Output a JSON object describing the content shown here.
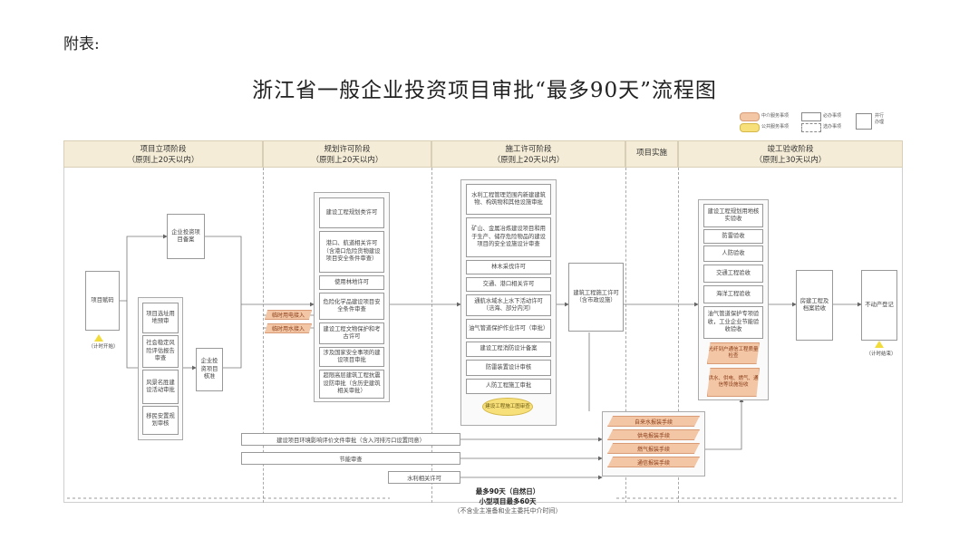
{
  "annex_label": "附表:",
  "title": "浙江省一般企业投资项目审批“最多90天”流程图",
  "legend": {
    "intermediary": "中介服务事项",
    "public": "公共服务事项",
    "required": "必办事项",
    "optional": "选办事项",
    "parallel": "并行办理"
  },
  "stages": [
    {
      "name": "项目立项阶段",
      "limit": "（原则上20天以内）"
    },
    {
      "name": "规划许可阶段",
      "limit": "（原则上20天以内）"
    },
    {
      "name": "施工许可阶段",
      "limit": "（原则上20天以内）"
    },
    {
      "name": "项目实施",
      "limit": ""
    },
    {
      "name": "竣工验收阶段",
      "limit": "（原则上30天以内）"
    }
  ],
  "stage1": {
    "start": "项目赋码",
    "start_note": "（计时开始）",
    "filing": "企业投资项目备案",
    "group": [
      "项目选址用地预审",
      "社会稳定风险评估报告审查",
      "风景名胜建设活动审批",
      "移民安置规划审核"
    ],
    "approval": "企业投资项目核准"
  },
  "stage2": {
    "items": [
      "建设工程规划类许可",
      "港口、航道相关许可（含港口危险货物建设项目安全条件审查）",
      "使用林地许可",
      "危险化学品建设项目安全条件审查",
      "建设工程文物保护和考古许可",
      "涉及国家安全事项的建设项目审批",
      "超限高层建筑工程抗震设防审批（含历史建筑相关审批）"
    ],
    "peach": [
      "临时用电接入",
      "临时用水接入"
    ]
  },
  "stage3": {
    "items": [
      "水利工程管理范围内新建建筑物、构筑物和其他设施审批",
      "矿山、金属冶炼建设项目和用于生产、储存危险物品的建设项目的安全设施设计审查",
      "林木采伐许可",
      "交通、港口相关许可",
      "通航水域水上水下活动许可（涪海、部分内河）",
      "油气管道保护作业许可（审批）",
      "建设工程消防设计备案",
      "防雷装置设计审核",
      "人防工程施工审批"
    ],
    "yellow": "建设工程施工图审查",
    "permit": "建筑工程施工许可（含市政设施）"
  },
  "stage_impl": {
    "peach": [
      "自来水报装手续",
      "供电报装手续",
      "燃气报装手续",
      "通信报装手续"
    ]
  },
  "stage5": {
    "items": [
      "建设工程规划用地核实验收",
      "防雷验收",
      "人防验收",
      "交通工程验收",
      "海洋工程验收",
      "油气管道保护专项验收，工业企业节能验收验收"
    ],
    "yellow": [
      "光纤到户通信工程质量检查",
      "供水、供电、燃气、通信等设施验收"
    ],
    "archive": "房建工程及档案验收",
    "property": "不动产登记",
    "end_note": "（计时结束）"
  },
  "cross": {
    "eia": "建设项目环境影响评价文件审批（含入河排污口设置同意）",
    "energy": "节能审查",
    "water": "水利相关许可"
  },
  "footer": {
    "line1": "最多90天（自然日）",
    "line2": "小型项目最多60天",
    "line3": "（不含业主准备和业主委托中介时间）"
  }
}
